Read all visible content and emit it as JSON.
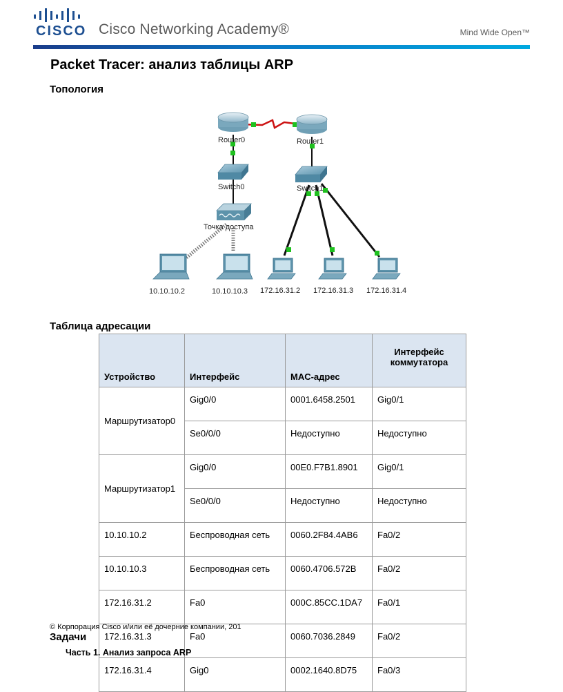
{
  "header": {
    "brand_word": "CISCO",
    "academy": "Cisco Networking Academy®",
    "tagline": "Mind Wide Open™",
    "colors": {
      "brand_blue": "#1d4f91",
      "rule_start": "#1a3c8a",
      "rule_end": "#00a9e0"
    }
  },
  "document": {
    "title": "Packet Tracer: анализ таблицы ARP",
    "topology_heading": "Топология",
    "addressing_heading": "Таблица адресации",
    "tasks_heading": "Задачи",
    "part1": "Часть 1. Анализ запроса ARP",
    "copyright": "© Корпорация Cisco и/или её дочерние компании, 201"
  },
  "topology": {
    "routers": [
      "Router0",
      "Router1"
    ],
    "switches": [
      "Switch0",
      "Switch1"
    ],
    "access_point": "Точка доступа",
    "laptops": [
      "10.10.10.2",
      "10.10.10.3"
    ],
    "pcs": [
      "172.16.31.2",
      "172.16.31.3",
      "172.16.31.4"
    ],
    "colors": {
      "link_up": "#1fc11f",
      "serial_link": "#cc1111",
      "device_body": "#5a98b3"
    }
  },
  "table": {
    "headers": [
      "Устройство",
      "Интерфейс",
      "MAC-адрес",
      "Интерфейс коммутатора"
    ],
    "rows": [
      {
        "device": "Маршрутизатор0",
        "interfaces": [
          [
            "Gig0/0",
            "0001.6458.2501",
            "Gig0/1"
          ],
          [
            "Se0/0/0",
            "Недоступно",
            "Недоступно"
          ]
        ]
      },
      {
        "device": "Маршрутизатор1",
        "interfaces": [
          [
            "Gig0/0",
            "00E0.F7B1.8901",
            "Gig0/1"
          ],
          [
            "Se0/0/0",
            "Недоступно",
            "Недоступно"
          ]
        ]
      },
      {
        "device": "10.10.10.2",
        "interfaces": [
          [
            "Беспроводная сеть",
            "0060.2F84.4AB6",
            "Fa0/2"
          ]
        ]
      },
      {
        "device": "10.10.10.3",
        "interfaces": [
          [
            "Беспроводная сеть",
            "0060.4706.572B",
            "Fa0/2"
          ]
        ]
      },
      {
        "device": "172.16.31.2",
        "interfaces": [
          [
            "Fa0",
            "000C.85CC.1DA7",
            "Fa0/1"
          ]
        ]
      },
      {
        "device": "172.16.31.3",
        "interfaces": [
          [
            "Fa0",
            "0060.7036.2849",
            "Fa0/2"
          ]
        ]
      },
      {
        "device": "172.16.31.4",
        "interfaces": [
          [
            "Gig0",
            "0002.1640.8D75",
            "Fa0/3"
          ]
        ]
      }
    ]
  }
}
